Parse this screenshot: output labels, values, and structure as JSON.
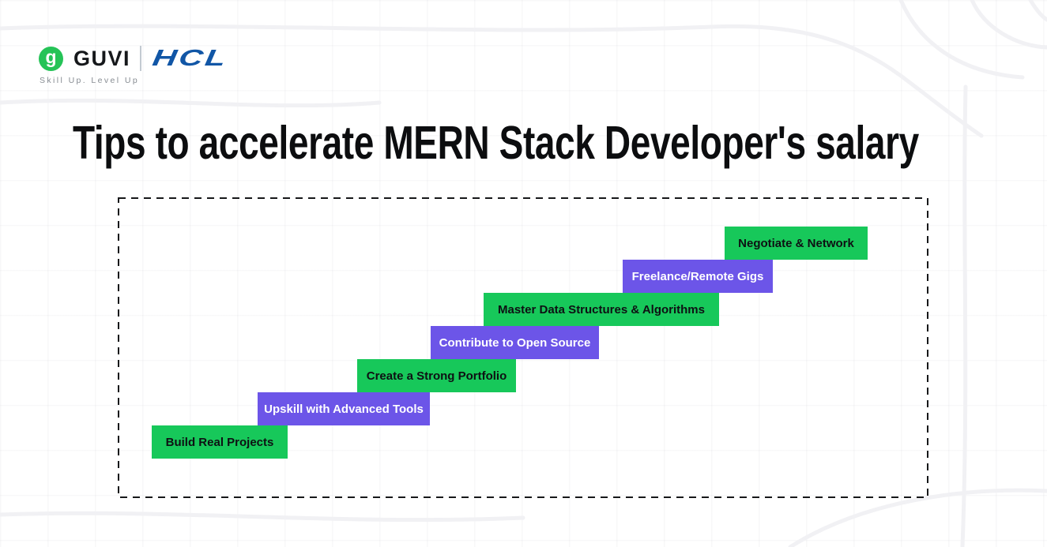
{
  "brand": {
    "guvi_name": "GUVI",
    "guvi_icon_letter": "g",
    "hcl_name": "HCL",
    "tagline": "Skill Up. Level Up",
    "colors": {
      "guvi_green": "#25C357",
      "hcl_blue": "#1156A6",
      "tagline_gray": "#878C92"
    }
  },
  "title": "Tips to accelerate MERN Stack Developer's salary",
  "diagram": {
    "type": "staircase-steps",
    "frame_border": "black dashed rectangle",
    "colors": {
      "step_green": "#17C85A",
      "step_purple": "#6C55E8",
      "text_on_green": "#0E1013",
      "text_on_purple": "#FFFFFF"
    },
    "steps": [
      {
        "label": "Build Real Projects",
        "color": "green"
      },
      {
        "label": "Upskill with Advanced Tools",
        "color": "purple"
      },
      {
        "label": "Create a Strong Portfolio",
        "color": "green"
      },
      {
        "label": "Contribute to Open Source",
        "color": "purple"
      },
      {
        "label": "Master Data Structures & Algorithms",
        "color": "green"
      },
      {
        "label": "Freelance/Remote Gigs",
        "color": "purple"
      },
      {
        "label": "Negotiate & Network",
        "color": "green"
      }
    ]
  }
}
